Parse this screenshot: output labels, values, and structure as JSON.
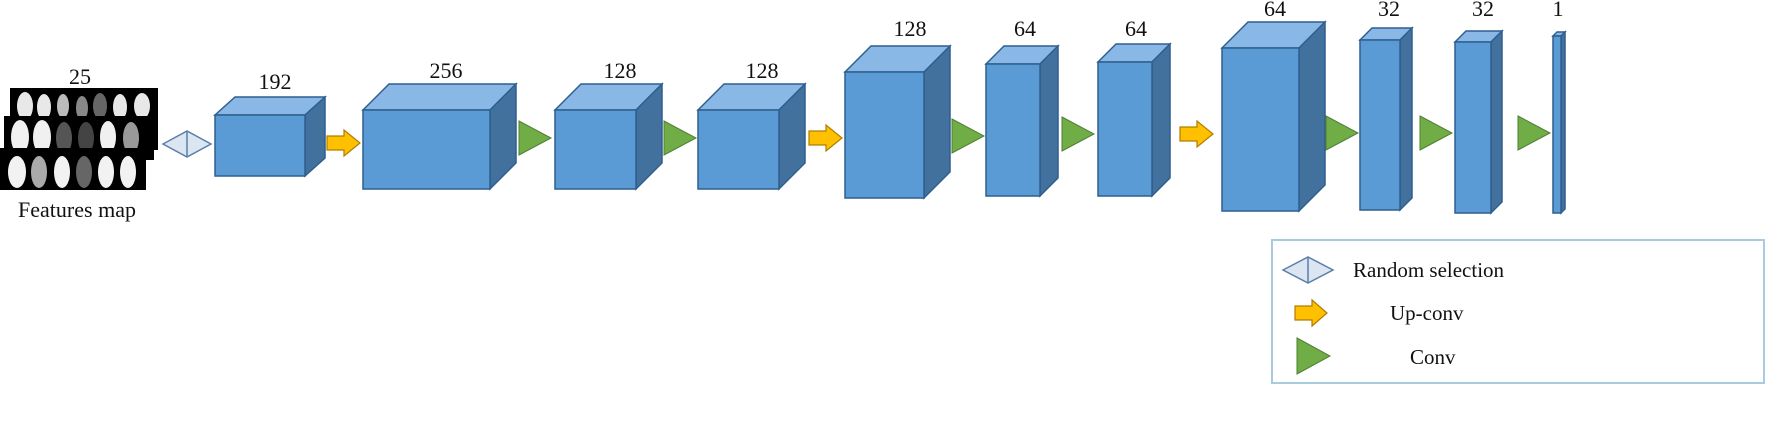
{
  "input": {
    "count_label": "25",
    "caption": "Features map"
  },
  "layers": [
    {
      "label": "192"
    },
    {
      "label": "256"
    },
    {
      "label": "128"
    },
    {
      "label": "128"
    },
    {
      "label": "128"
    },
    {
      "label": "64"
    },
    {
      "label": "64"
    },
    {
      "label": "64"
    },
    {
      "label": "32"
    },
    {
      "label": "32"
    },
    {
      "label": "1"
    }
  ],
  "connectors": [
    "random-selection",
    "up-conv",
    "conv",
    "conv",
    "up-conv",
    "conv",
    "conv",
    "up-conv",
    "conv",
    "conv",
    "conv"
  ],
  "legend": {
    "items": [
      {
        "icon": "random-selection-icon",
        "label": "Random selection"
      },
      {
        "icon": "up-conv-icon",
        "label": "Up-conv"
      },
      {
        "icon": "conv-icon",
        "label": "Conv"
      }
    ]
  },
  "colors": {
    "block_front": "#5b9bd5",
    "block_top": "#8ab8e6",
    "block_side": "#41719c",
    "block_stroke": "#2f5f8f",
    "up_conv": "#ffc000",
    "conv": "#70ad47",
    "random_selection": "#dce6f2",
    "legend_border": "#a9cbe0"
  }
}
